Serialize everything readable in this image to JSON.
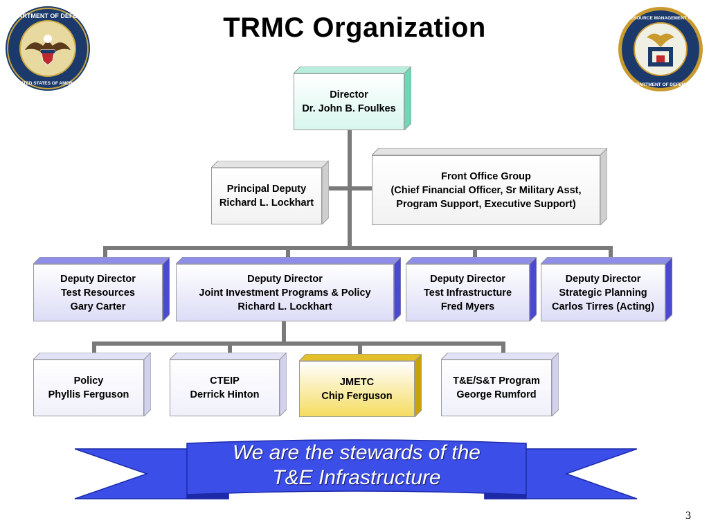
{
  "title": "TRMC Organization",
  "colors": {
    "connector": "#7a7a7a",
    "director_fill": "#d8f7ee",
    "director_side": "#6fd6b6",
    "group_fill": "#f2f2f2",
    "group_side": "#cfcfcf",
    "deputy_fill": "#dcdcf7",
    "deputy_side": "#4a4ad0",
    "office_fill": "#f0f0fb",
    "office_side": "#d2d2ef",
    "highlight_fill": "#f5dc60",
    "highlight_side": "#c9a10d",
    "banner": "#3b4ee8",
    "banner_dark": "#1c2aa8"
  },
  "seals": {
    "left": {
      "label": "Department of Defense seal",
      "ring_text": "DEPARTMENT OF DEFENSE",
      "bottom_text": "UNITED STATES OF AMERICA"
    },
    "right": {
      "label": "Test Resource Management Center seal",
      "ring_text": "TEST RESOURCE MANAGEMENT CENTER",
      "bottom_text": "DEPARTMENT OF DEFENSE"
    }
  },
  "org": {
    "director": {
      "lines": [
        "Director",
        "Dr. John B. Foulkes"
      ]
    },
    "principal_deputy": {
      "lines": [
        "Principal Deputy",
        "Richard L. Lockhart"
      ]
    },
    "front_office": {
      "lines": [
        "Front Office Group",
        "(Chief Financial Officer, Sr Military Asst,",
        "Program Support, Executive Support)"
      ]
    },
    "deputies": [
      {
        "lines": [
          "Deputy Director",
          "Test Resources",
          "Gary Carter"
        ]
      },
      {
        "lines": [
          "Deputy Director",
          "Joint Investment Programs & Policy",
          "Richard L. Lockhart"
        ]
      },
      {
        "lines": [
          "Deputy Director",
          "Test Infrastructure",
          "Fred Myers"
        ]
      },
      {
        "lines": [
          "Deputy Director",
          "Strategic Planning",
          "Carlos Tirres (Acting)"
        ]
      }
    ],
    "offices": [
      {
        "lines": [
          "Policy",
          "Phyllis Ferguson"
        ]
      },
      {
        "lines": [
          "CTEIP",
          "Derrick Hinton"
        ]
      },
      {
        "lines": [
          "JMETC",
          "Chip Ferguson"
        ]
      },
      {
        "lines": [
          "T&E/S&T Program",
          "George Rumford"
        ]
      }
    ]
  },
  "banner": {
    "lines": [
      "We are the stewards of the",
      "T&E Infrastructure"
    ]
  },
  "page_number": "3"
}
